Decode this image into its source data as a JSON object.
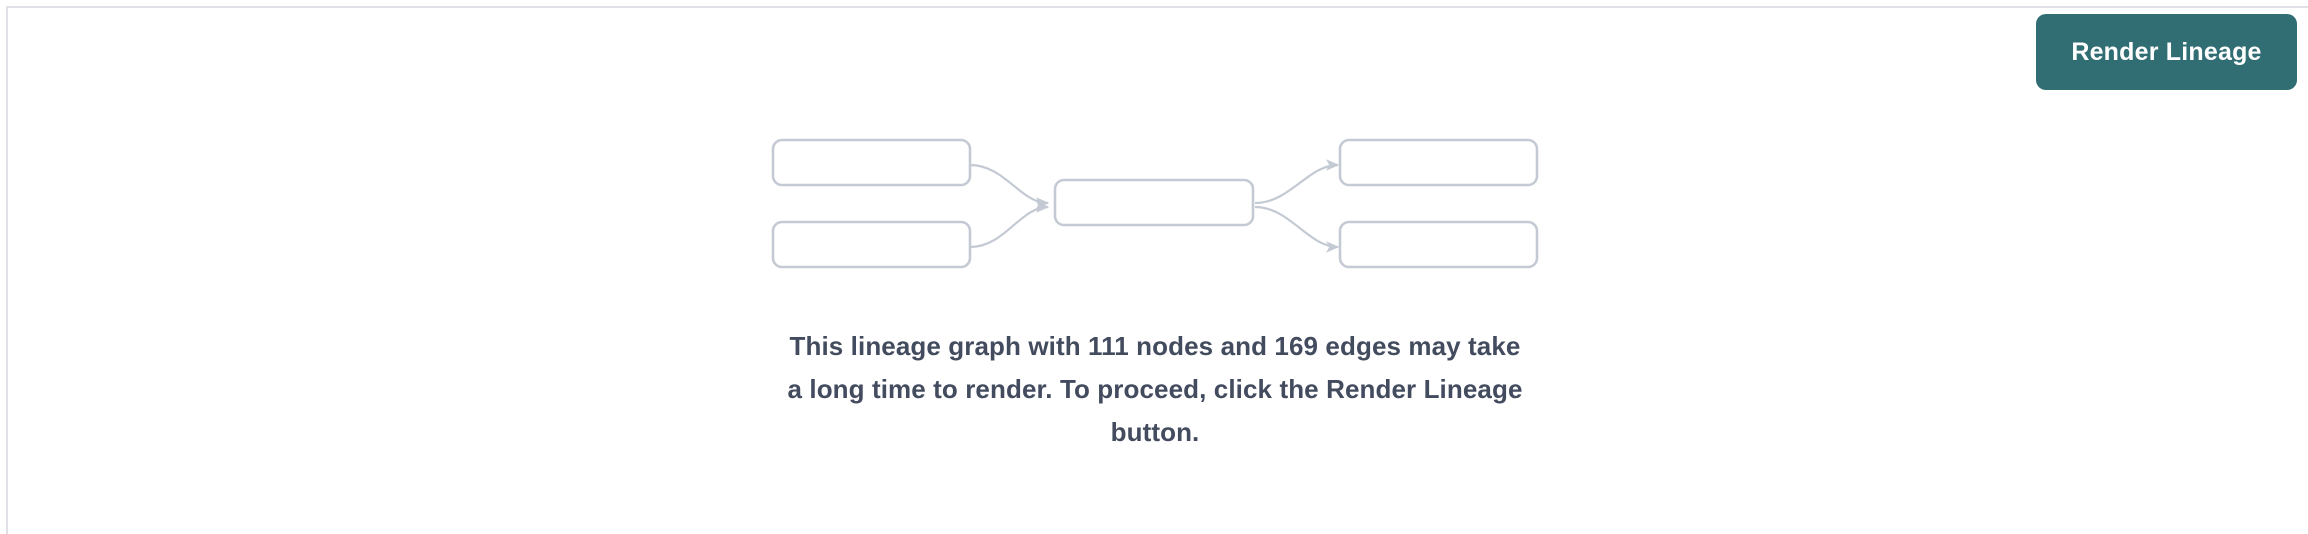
{
  "panel": {
    "background_color": "#ffffff",
    "rule_color": "#dfe1e6"
  },
  "toolbar": {
    "render_button": {
      "label": "Render Lineage",
      "background_color": "#316E73",
      "text_color": "#ffffff"
    }
  },
  "graph_placeholder": {
    "node_stroke_color": "#c4cad3",
    "edge_stroke_color": "#c4cad3",
    "nodes": [
      {
        "id": "upstream-1",
        "label": "",
        "column": "left",
        "row": 1
      },
      {
        "id": "upstream-2",
        "label": "",
        "column": "left",
        "row": 2
      },
      {
        "id": "focus",
        "label": "",
        "column": "center",
        "row": 1
      },
      {
        "id": "downstream-1",
        "label": "",
        "column": "right",
        "row": 1
      },
      {
        "id": "downstream-2",
        "label": "",
        "column": "right",
        "row": 2
      }
    ],
    "edges": [
      {
        "from": "upstream-1",
        "to": "focus"
      },
      {
        "from": "upstream-2",
        "to": "focus"
      },
      {
        "from": "focus",
        "to": "downstream-1"
      },
      {
        "from": "focus",
        "to": "downstream-2"
      }
    ]
  },
  "message": {
    "text_color": "#434B5E",
    "node_count": "111",
    "edge_count": "169",
    "line1": "This lineage graph with 111 nodes and 169 edges may take",
    "line2": "a long time to render. To proceed, click the Render Lineage",
    "line3": "button."
  }
}
